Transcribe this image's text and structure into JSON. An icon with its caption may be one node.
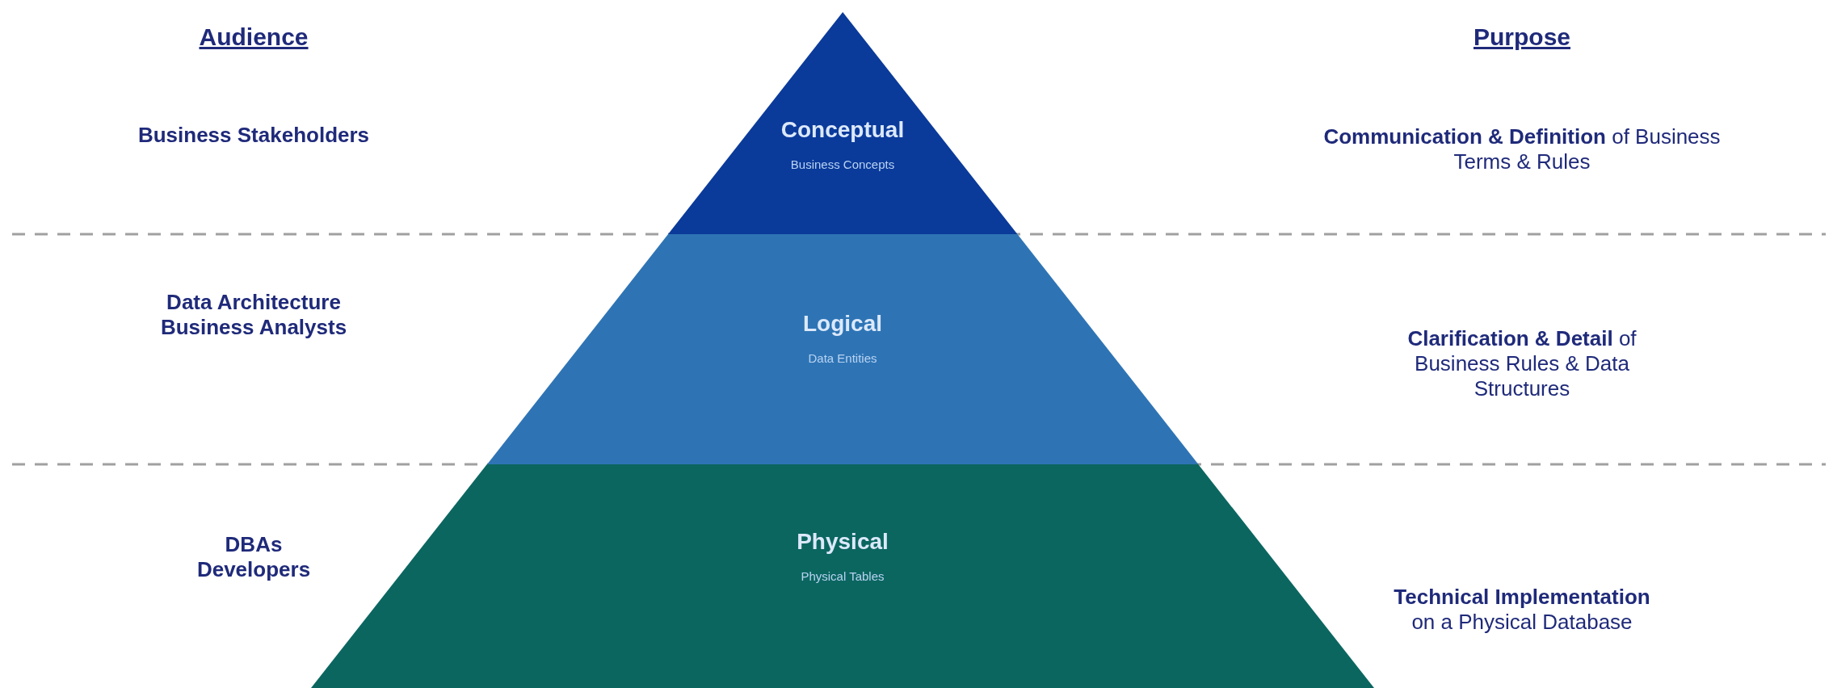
{
  "diagram": {
    "nodes": [
      {
        "text": [
          "Conceptual",
          "Business Concepts"
        ]
      },
      {
        "text": [
          "Logical",
          "Data Entities"
        ]
      },
      {
        "text": [
          "Physical",
          "Physical Tables"
        ]
      }
    ],
    "labels": [
      "Audience",
      "Purpose",
      "Business Stakeholders",
      "**Communication & Definition** of Business Terms & Rules",
      "Data Architecture Business Analysts",
      "**Clarification & Detail** of Business Rules & Data Structures",
      "DBAs Developers",
      "**Technical Implementation** on a Physical Database"
    ]
  }
}
